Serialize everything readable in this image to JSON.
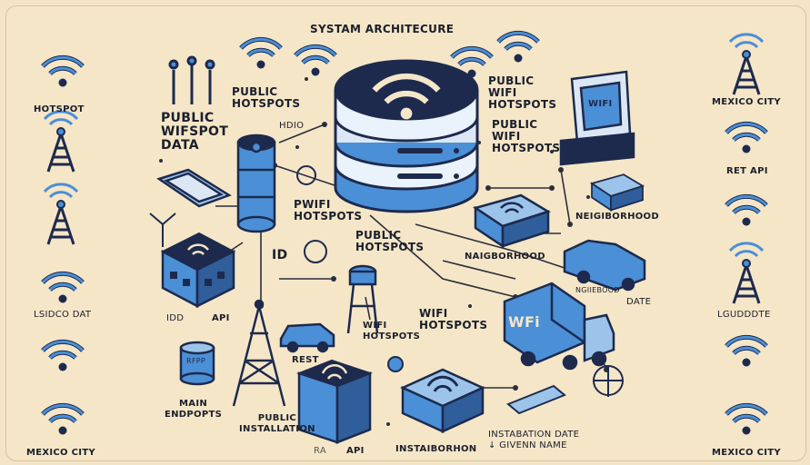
{
  "title": "SYSTAM ARCHITECURE",
  "labels": {
    "hotspot": "HOTSPOT",
    "public_hotspots_1": "PUBLIC\nHOTSPOTS",
    "hdio": "HDIO",
    "public_wifspot_data": "PUBLIC\nWIFSPOT\nDATA",
    "public_wifi_hotspots_top": "PUBLIC\nWIFI\nHOTSPOTS",
    "public_wifi_hotspots_mid": "PUBLIC\nWIFI\nHOTSPOTS",
    "pwifi_hotspots": "PWIFI\nHOTSPOTS",
    "public_hotspots_2": "PUBLIC\nHOTSPOTS",
    "neighborhood_right": "NEIGIBORHOOD",
    "naigborhood": "NAIGBORHOOD",
    "id": "ID",
    "idd": "IDD",
    "api_left": "API",
    "wifi_hotspots_center": "WIFI\nHOTSPOTS",
    "wifi_hotspots_lower": "WIFI\nHOTSPOTS",
    "rest": "REST",
    "main_endpopts": "MAIN\nENDPOPTS",
    "public_installation": "PUBLIC\nINSTALLATION",
    "api_bottom": "API",
    "ra": "RA",
    "instaiborhon": "INSTAIBORHON",
    "instabation": "INSTABATION DATE\n↓ GIVENN NAME",
    "date": "DATE",
    "ngiiebood": "NGIIEBOOD",
    "rfpp": "RFPP",
    "wfi_truck": "WFi",
    "wifi_screen": "WIFI",
    "left_col": [
      "HOTSPOT",
      "",
      "",
      "LSIDCO DAT",
      "",
      "MEXICO CITY"
    ],
    "right_col": [
      "MEXICO CITY",
      "RET API",
      "",
      "LGUDDDTE",
      "",
      "MEXICO CITY"
    ]
  },
  "colors": {
    "background": "#f5e6c8",
    "navy": "#1d2a4d",
    "blue": "#4b8fd6",
    "light_blue": "#9cc4ea",
    "line": "#2b2f3a"
  }
}
